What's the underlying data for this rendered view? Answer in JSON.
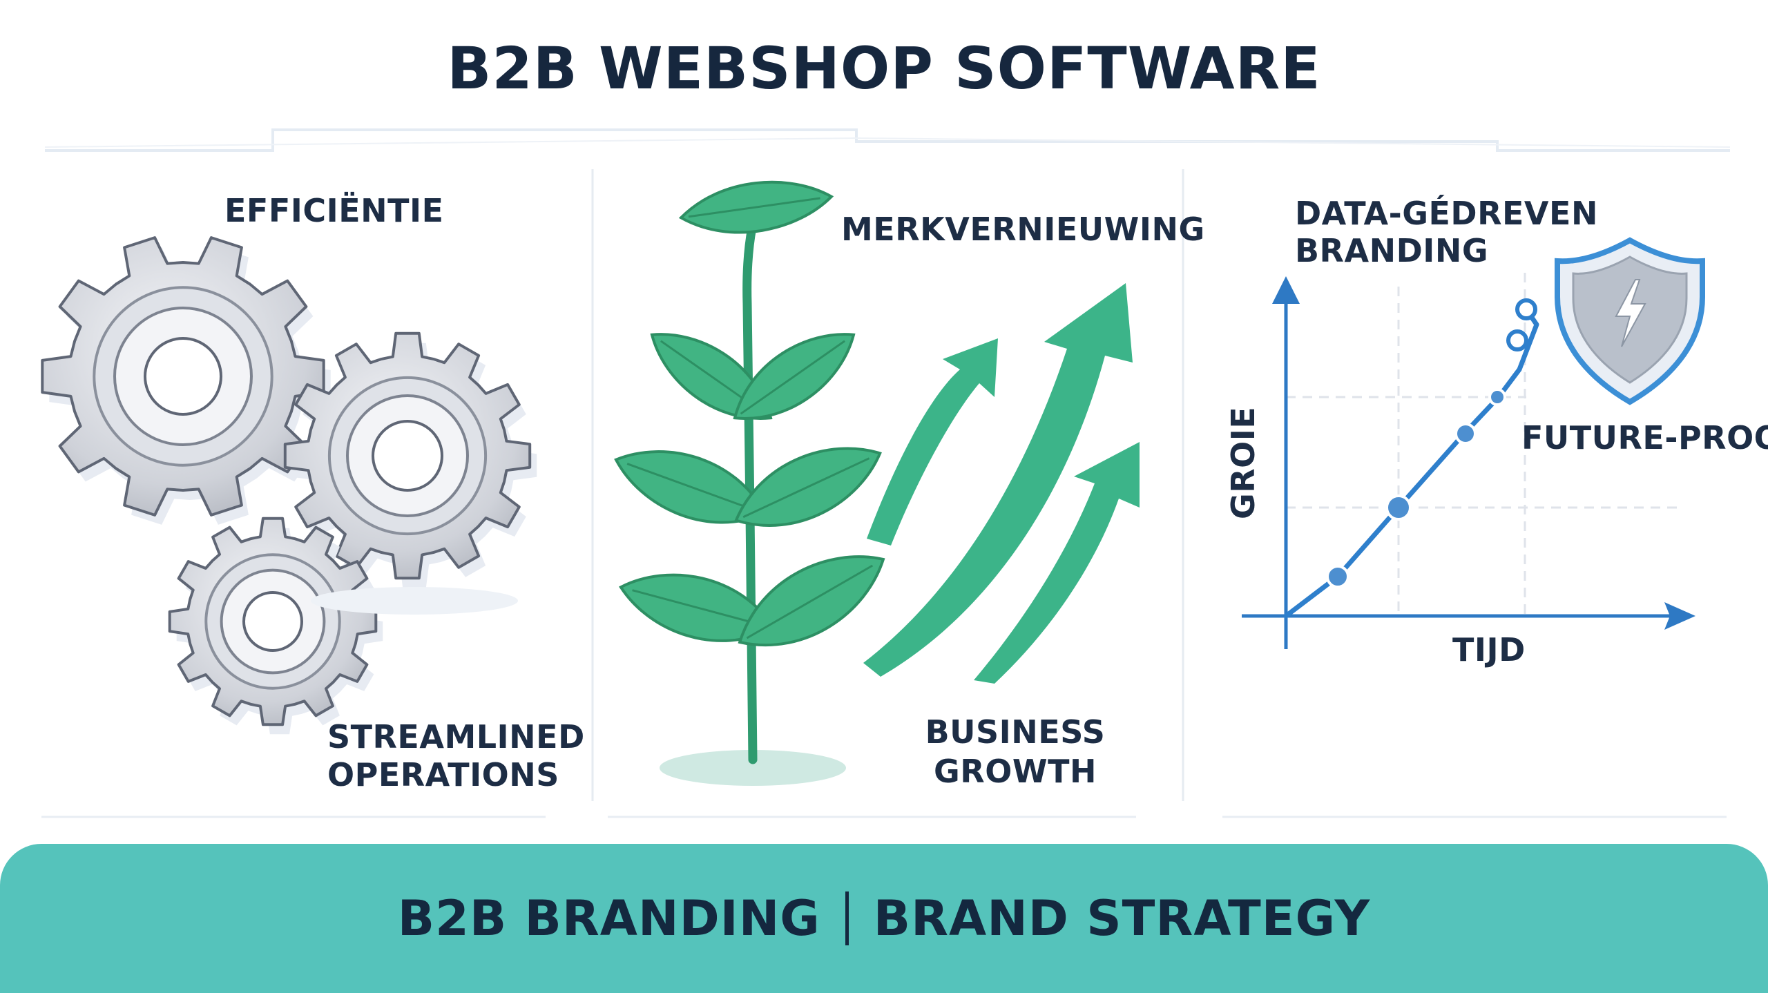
{
  "title": "B2B WEBSHOP SOFTWARE",
  "panels": {
    "efficiency": {
      "heading": "EFFICIËNTIE",
      "caption_line1": "STREAMLINED",
      "caption_line2": "OPERATIONS",
      "icon": "gears-icon"
    },
    "renewal": {
      "heading": "MERKVERNIEUWING",
      "caption_line1": "BUSINESS",
      "caption_line2": "GROWTH",
      "icon": "plant-icon"
    },
    "data": {
      "heading_line1": "DATA-GÉDREVEN",
      "heading_line2": "BRANDING",
      "y_axis_label": "GROIE",
      "x_axis_label": "TIJD",
      "badge_label": "FUTURE-PROOF",
      "icon": "shield-lightning-icon"
    }
  },
  "footer": {
    "left": "B2B BRANDING",
    "right": "BRAND STRATEGY"
  },
  "colors": {
    "green": "#3cae82",
    "blue": "#2f7fc9",
    "teal": "#55c3bb",
    "navy": "#16273e",
    "gear": "#c9ccd4"
  }
}
